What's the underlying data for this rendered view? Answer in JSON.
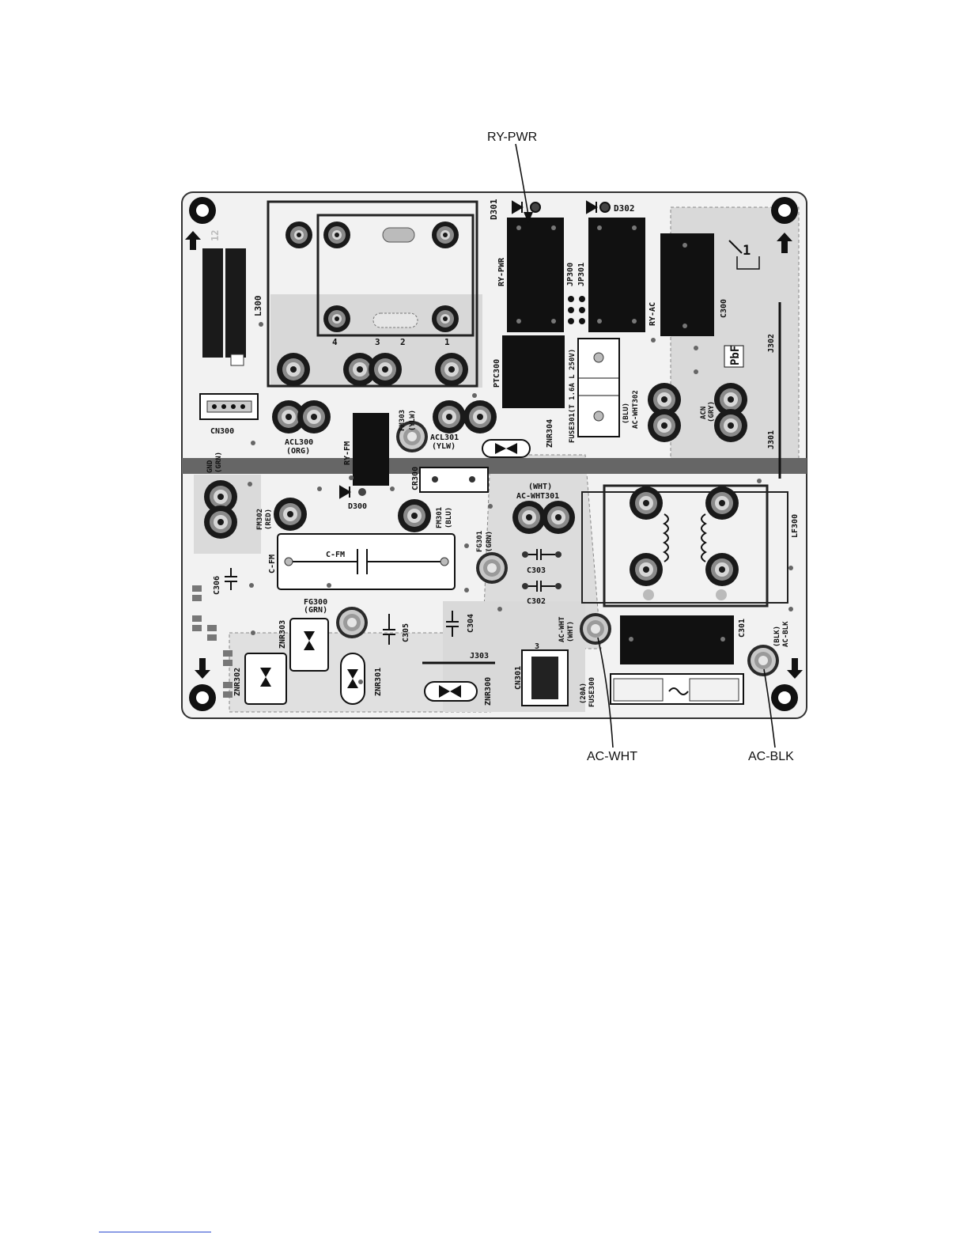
{
  "callouts": {
    "ry_pwr": "RY-PWR",
    "ac_wht": "AC-WHT",
    "ac_blk": "AC-BLK"
  },
  "board": {
    "silk": {
      "l300": "L300",
      "d301": "D301",
      "d302": "D302",
      "ry_pwr_lbl": "RY-PWR",
      "jp300": "JP300",
      "jp301": "JP301",
      "ry_ac": "RY-AC",
      "c300": "C300",
      "pbf": "PbF",
      "j302": "J302",
      "j301": "J301",
      "cn300": "CN300",
      "acl300": "ACL300",
      "acl300_c": "(ORG)",
      "ry_fm": "RY-FM",
      "fm303": "FM303",
      "fm303_c": "(YLW)",
      "acl301": "ACL301",
      "acl301_c": "(YLW)",
      "ptc300": "PTC300",
      "fuse301": "FUSE301(T 1.6A L 250V)",
      "ac_wht302": "AC-WHT302",
      "ac_wht302_c": "(BLU)",
      "acn": "ACN",
      "acn_c": "(GRY)",
      "znr304": "ZNR304",
      "gnd": "GND",
      "gnd_c": "(GRN)",
      "cr300": "CR300",
      "d300": "D300",
      "fm302": "FM302",
      "fm302_c": "(RED)",
      "fm301": "FM301",
      "fm301_c": "(BLU)",
      "ac_wht301": "AC-WHT301",
      "ac_wht301_c": "(WHT)",
      "lf300": "LF300",
      "c_fm": "C-FM",
      "c_fm_side": "C-FM",
      "fg301": "FG301",
      "fg301_c": "(GRN)",
      "c303": "C303",
      "c302": "C302",
      "c306": "C306",
      "fg300": "FG300",
      "fg300_c": "(GRN)",
      "c305": "C305",
      "c304": "C304",
      "znr303": "ZNR303",
      "j303": "J303",
      "ac_wht": "AC-WHT",
      "ac_wht_c": "(WHT)",
      "c301": "C301",
      "ac_blk": "AC-BLK",
      "ac_blk_c": "(BLK)",
      "znr302": "ZNR302",
      "znr301": "ZNR301",
      "znr300": "ZNR300",
      "cn301": "CN301",
      "fuse300": "FUSE300",
      "fuse300_c": "(20A)",
      "pin1": "1",
      "n4": "4",
      "n3": "3",
      "n2": "2",
      "n1": "1",
      "cn301_3": "3",
      "n12": "12"
    }
  }
}
